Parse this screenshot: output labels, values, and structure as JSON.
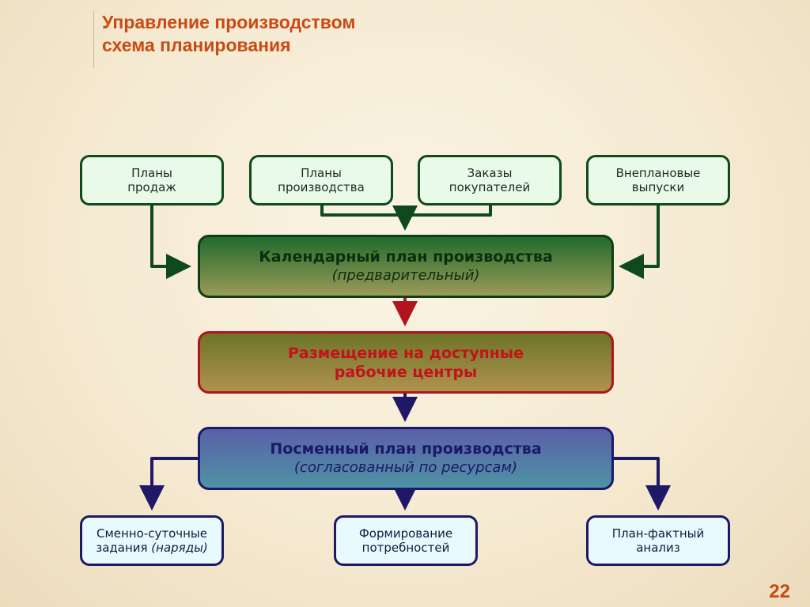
{
  "title": {
    "line1": "Управление производством",
    "line2": "схема планирования"
  },
  "inputs": [
    {
      "line1": "Планы",
      "line2": "продаж"
    },
    {
      "line1": "Планы",
      "line2": "производства"
    },
    {
      "line1": "Заказы",
      "line2": "покупателей"
    },
    {
      "line1": "Внеплановые",
      "line2": "выпуски"
    }
  ],
  "calendar_plan": {
    "title": "Календарный план производства",
    "subtitle": "(предварительный)"
  },
  "placement": {
    "line1": "Размещение на доступные",
    "line2": "рабочие центры"
  },
  "shift_plan": {
    "title": "Посменный план производства",
    "subtitle": "(согласованный по ресурсам)"
  },
  "outputs": [
    {
      "line1": "Сменно-суточные",
      "line2a": "задания ",
      "line2b": "(наряды)"
    },
    {
      "line1": "Формирование",
      "line2": "потребностей"
    },
    {
      "line1": "План-фактный",
      "line2": "анализ"
    }
  ],
  "colors": {
    "accent": "#c94a14",
    "green": "#0f4a1c",
    "red": "#b0141e",
    "navy": "#1f1866"
  },
  "page_number": "22"
}
